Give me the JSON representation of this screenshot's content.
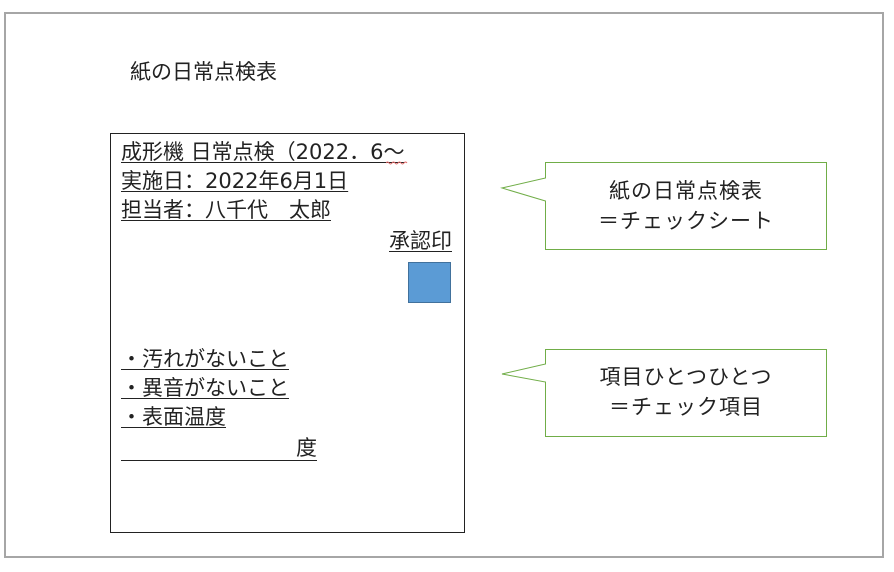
{
  "title": "紙の日常点検表",
  "sheet": {
    "header_lines": [
      "成形機 日常点検（2022．6〜",
      "実施日：2022年6月1日",
      "担当者：八千代　太郎"
    ],
    "approval_label": "承認印",
    "check_items": [
      "・汚れがないこと",
      "・異音がないこと",
      "・表面温度"
    ],
    "temperature_unit": "度"
  },
  "callouts": [
    {
      "lines": [
        "紙の日常点検表",
        "＝チェックシート"
      ]
    },
    {
      "lines": [
        "項目ひとつひとつ",
        "＝チェック項目"
      ]
    }
  ],
  "colors": {
    "frame_border": "#a6a6a6",
    "callout_border": "#70ad47",
    "stamp_fill": "#5b9bd5",
    "squiggle": "#e06666"
  }
}
